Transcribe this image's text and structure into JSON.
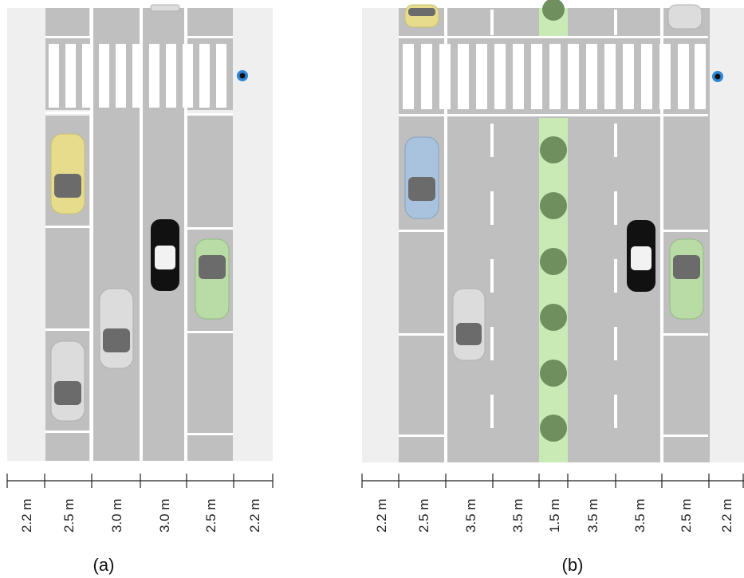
{
  "panels": [
    {
      "caption": "(a)",
      "lane_widths": [
        "2.2 m",
        "2.5 m",
        "3.0 m",
        "3.0 m",
        "2.5 m",
        "2.2 m"
      ]
    },
    {
      "caption": "(b)",
      "lane_widths": [
        "2.2 m",
        "2.5 m",
        "3.5 m",
        "3.5 m",
        "1.5 m",
        "3.5 m",
        "3.5 m",
        "2.5 m",
        "2.2 m"
      ]
    }
  ],
  "colors": {
    "sidewalk": "#efefef",
    "asphalt": "#bfbfbf",
    "marking": "#ffffff",
    "median": "#c9eab5",
    "tree": "#6f8f5e",
    "car_yellow": "#e6dc8c",
    "car_blue": "#a9c3df",
    "car_green": "#b9dba6",
    "car_white": "#dcdcdc",
    "car_black": "#111111",
    "pedestrian": "#2e86d6"
  }
}
